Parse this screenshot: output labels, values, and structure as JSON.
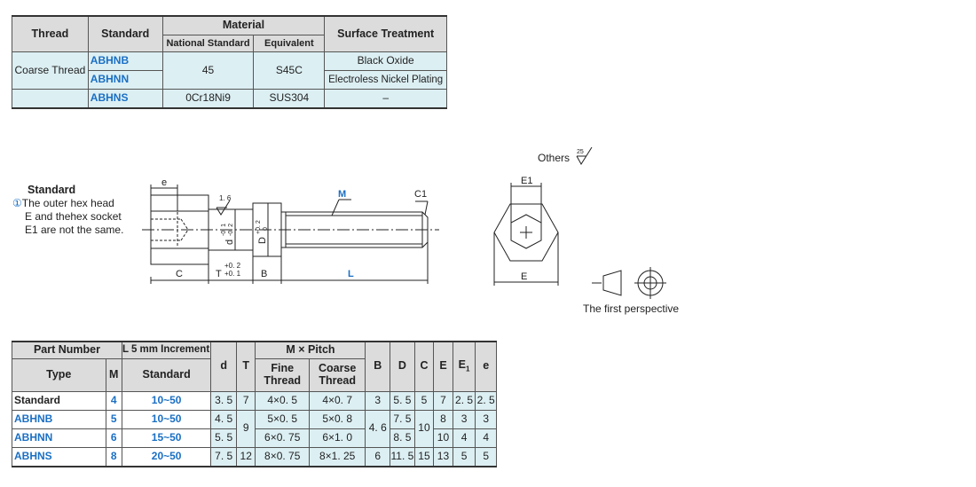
{
  "material_table": {
    "headers": {
      "thread": "Thread",
      "standard": "Standard",
      "material": "Material",
      "national_standard": "National Standard",
      "equivalent": "Equivalent",
      "surface_treatment": "Surface Treatment"
    },
    "thread_type": "Coarse Thread",
    "rows": [
      {
        "standard": "ABHNB",
        "national": "45",
        "equivalent": "S45C",
        "surface": "Black Oxide"
      },
      {
        "standard": "ABHNN",
        "surface": "Electroless Nickel Plating"
      },
      {
        "standard": "ABHNS",
        "national": "0Cr18Ni9",
        "equivalent": "SUS304",
        "surface": "–"
      }
    ]
  },
  "drawing": {
    "note_title": "Standard",
    "note_marker": "①",
    "note_lines": [
      "The outer hex head",
      "E and thehex socket",
      "E1 are not the same."
    ],
    "others_label": "Others",
    "roughness_value": "25",
    "first_perspective": "The first perspective",
    "labels": {
      "e": "e",
      "M": "M",
      "C1": "C1",
      "C": "C",
      "T": "T",
      "B": "B",
      "L": "L",
      "d": "d",
      "D": "D",
      "E": "E",
      "E1": "E1",
      "t_tol_upper": "+0. 2",
      "t_tol_lower": "+0. 1",
      "d_tol_upper": "-0. 1",
      "d_tol_lower": "-0. 2",
      "D_tol_upper": "+0. 2",
      "D_tol_lower": "0",
      "surface_finish": "1. 6"
    }
  },
  "dim_table": {
    "headers": {
      "part_number": "Part Number",
      "l_increment": "L 5 mm Increment",
      "type": "Type",
      "m": "M",
      "standard": "Standard",
      "d": "d",
      "t": "T",
      "m_pitch": "M × Pitch",
      "fine_1": "Fine",
      "fine_2": "Thread",
      "coarse_1": "Coarse",
      "coarse_2": "Thread",
      "b": "B",
      "D": "D",
      "c": "C",
      "E": "E",
      "E1": "E",
      "E1_sub": "1",
      "e": "e"
    },
    "rows": [
      {
        "type": "Standard",
        "m": "4",
        "standard": "10~50",
        "d": "3. 5",
        "t": "7",
        "fine": "4×0. 5",
        "coarse": "4×0. 7",
        "b": "3",
        "D": "5. 5",
        "c": "5",
        "E": "7",
        "E1": "2. 5",
        "e": "2. 5"
      },
      {
        "type": "ABHNB",
        "m": "5",
        "standard": "10~50",
        "d": "4. 5",
        "t": "9",
        "fine": "5×0. 5",
        "coarse": "5×0. 8",
        "b": "4. 6",
        "D": "7. 5",
        "c": "10",
        "E": "8",
        "E1": "3",
        "e": "3"
      },
      {
        "type": "ABHNN",
        "m": "6",
        "standard": "15~50",
        "d": "5. 5",
        "fine": "6×0. 75",
        "coarse": "6×1. 0",
        "D": "8. 5",
        "E": "10",
        "E1": "4",
        "e": "4"
      },
      {
        "type": "ABHNS",
        "m": "8",
        "standard": "20~50",
        "d": "7. 5",
        "t": "12",
        "fine": "8×0. 75",
        "coarse": "8×1. 25",
        "b": "6",
        "D": "11. 5",
        "c": "15",
        "E": "13",
        "E1": "5",
        "e": "5"
      }
    ]
  }
}
